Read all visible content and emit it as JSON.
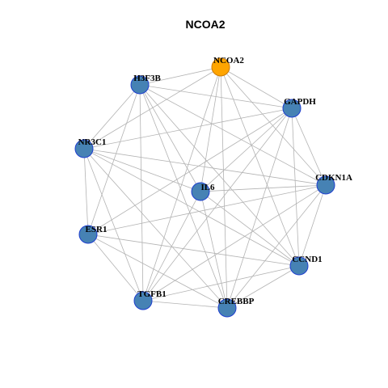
{
  "title": "NCOA2",
  "colors": {
    "hub_fill": "#FFA500",
    "hub_stroke": "#CC7A00",
    "node_fill": "#4682B4",
    "node_stroke": "#1F3FCF",
    "edge": "#B3B3B3",
    "background": "#FFFFFF"
  },
  "nodes": [
    {
      "id": "NCOA2",
      "label": "NCOA2",
      "hub": true
    },
    {
      "id": "GAPDH",
      "label": "GAPDH",
      "hub": false
    },
    {
      "id": "CDKN1A",
      "label": "CDKN1A",
      "hub": false
    },
    {
      "id": "CCND1",
      "label": "CCND1",
      "hub": false
    },
    {
      "id": "CREBBP",
      "label": "CREBBP",
      "hub": false
    },
    {
      "id": "TGFB1",
      "label": "TGFB1",
      "hub": false
    },
    {
      "id": "ESR1",
      "label": "ESR1",
      "hub": false
    },
    {
      "id": "NR3C1",
      "label": "NR3C1",
      "hub": false
    },
    {
      "id": "H3F3B",
      "label": "H3F3B",
      "hub": false
    },
    {
      "id": "IL6",
      "label": "IL6",
      "hub": false
    }
  ],
  "edges": [
    [
      "NCOA2",
      "GAPDH"
    ],
    [
      "NCOA2",
      "CDKN1A"
    ],
    [
      "NCOA2",
      "CCND1"
    ],
    [
      "NCOA2",
      "CREBBP"
    ],
    [
      "NCOA2",
      "TGFB1"
    ],
    [
      "NCOA2",
      "NR3C1"
    ],
    [
      "NCOA2",
      "H3F3B"
    ],
    [
      "NCOA2",
      "IL6"
    ],
    [
      "H3F3B",
      "GAPDH"
    ],
    [
      "H3F3B",
      "CDKN1A"
    ],
    [
      "H3F3B",
      "CCND1"
    ],
    [
      "H3F3B",
      "CREBBP"
    ],
    [
      "H3F3B",
      "TGFB1"
    ],
    [
      "H3F3B",
      "ESR1"
    ],
    [
      "H3F3B",
      "NR3C1"
    ],
    [
      "H3F3B",
      "IL6"
    ],
    [
      "GAPDH",
      "CDKN1A"
    ],
    [
      "GAPDH",
      "CCND1"
    ],
    [
      "GAPDH",
      "CREBBP"
    ],
    [
      "GAPDH",
      "TGFB1"
    ],
    [
      "GAPDH",
      "ESR1"
    ],
    [
      "GAPDH",
      "NR3C1"
    ],
    [
      "GAPDH",
      "IL6"
    ],
    [
      "NR3C1",
      "CDKN1A"
    ],
    [
      "NR3C1",
      "CCND1"
    ],
    [
      "NR3C1",
      "CREBBP"
    ],
    [
      "NR3C1",
      "TGFB1"
    ],
    [
      "NR3C1",
      "ESR1"
    ],
    [
      "NR3C1",
      "IL6"
    ],
    [
      "CDKN1A",
      "CCND1"
    ],
    [
      "CDKN1A",
      "CREBBP"
    ],
    [
      "CDKN1A",
      "TGFB1"
    ],
    [
      "CDKN1A",
      "ESR1"
    ],
    [
      "CDKN1A",
      "IL6"
    ],
    [
      "ESR1",
      "CCND1"
    ],
    [
      "ESR1",
      "CREBBP"
    ],
    [
      "ESR1",
      "TGFB1"
    ],
    [
      "IL6",
      "CCND1"
    ],
    [
      "IL6",
      "CREBBP"
    ],
    [
      "IL6",
      "TGFB1"
    ],
    [
      "CCND1",
      "CREBBP"
    ],
    [
      "CCND1",
      "TGFB1"
    ],
    [
      "TGFB1",
      "CREBBP"
    ]
  ]
}
